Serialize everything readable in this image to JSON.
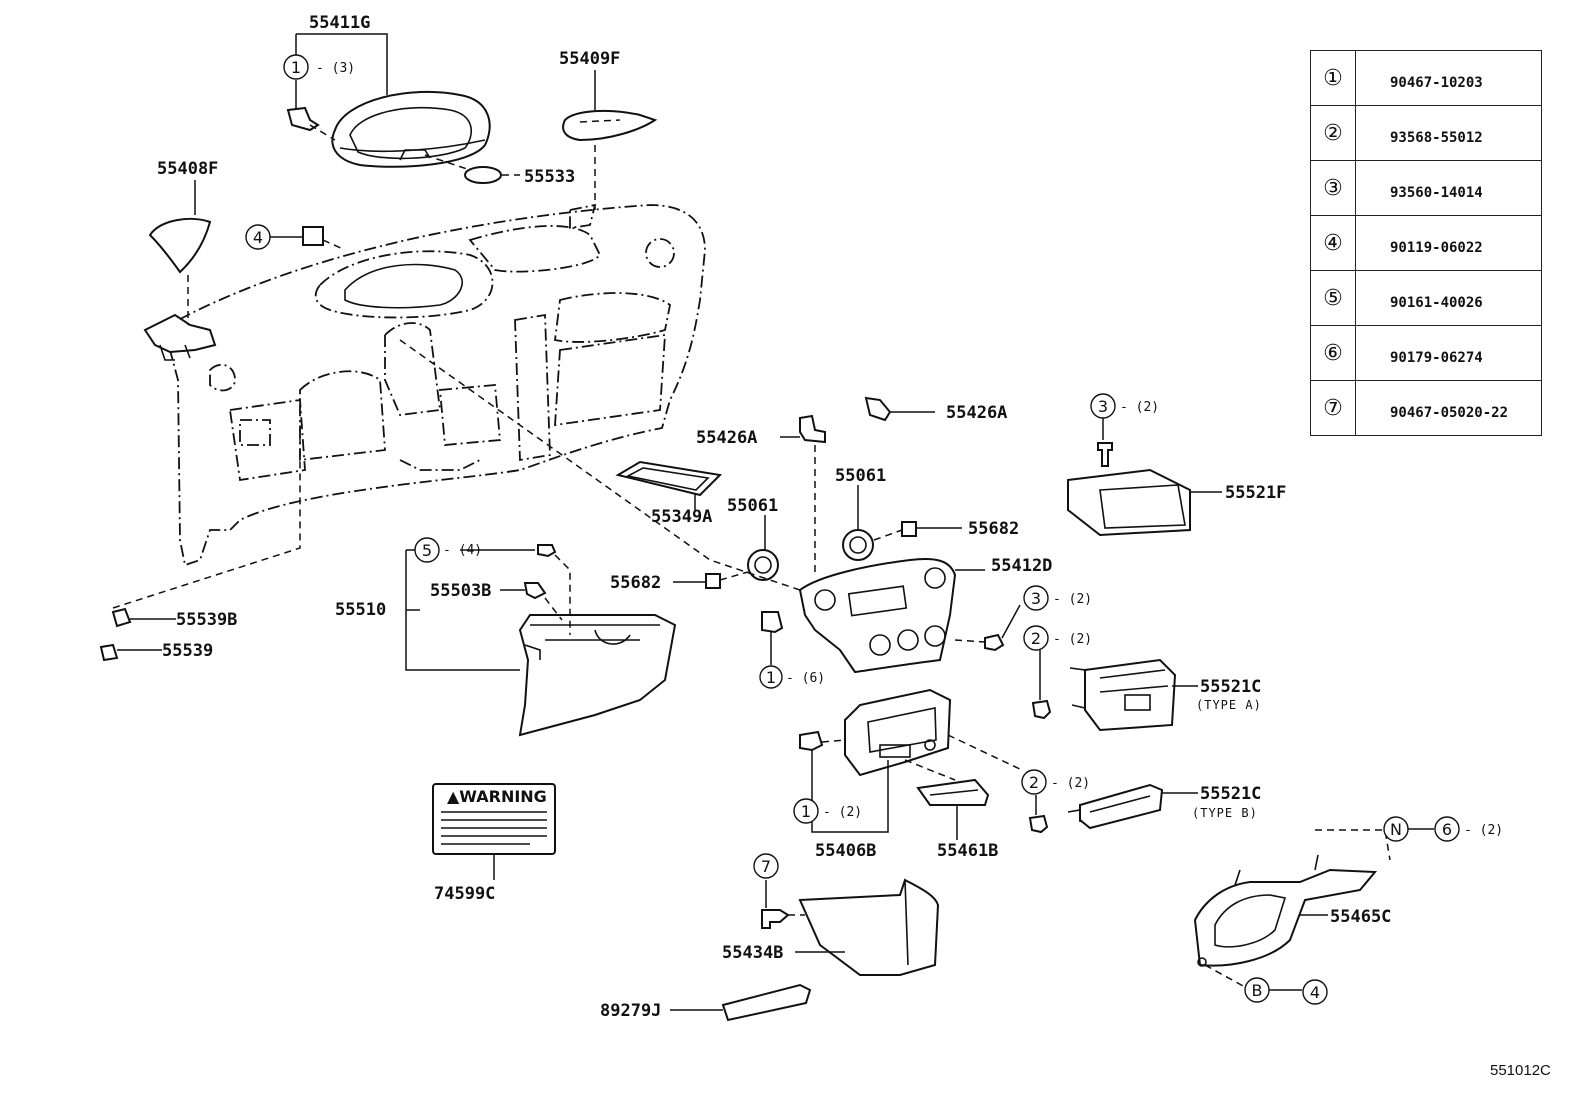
{
  "legend": [
    {
      "key": "①",
      "part": "90467-10203"
    },
    {
      "key": "②",
      "part": "93568-55012"
    },
    {
      "key": "③",
      "part": "93560-14014"
    },
    {
      "key": "④",
      "part": "90119-06022"
    },
    {
      "key": "⑤",
      "part": "90161-40026"
    },
    {
      "key": "⑥",
      "part": "90179-06274"
    },
    {
      "key": "⑦",
      "part": "90467-05020-22"
    }
  ],
  "labels": {
    "p55411G": "55411G",
    "p55409F": "55409F",
    "p55408F": "55408F",
    "p55533": "55533",
    "p55426A_top": "55426A",
    "p55426A_left": "55426A",
    "p55061_top": "55061",
    "p55061_left": "55061",
    "p55682_right": "55682",
    "p55682_left": "55682",
    "p55349A": "55349A",
    "p55412D": "55412D",
    "p55521F": "55521F",
    "p55510": "55510",
    "p55503B": "55503B",
    "p55539B": "55539B",
    "p55539": "55539",
    "p55521C_a": "55521C",
    "p55521C_a_type": "(TYPE  A)",
    "p55521C_b": "55521C",
    "p55521C_b_type": "(TYPE  B)",
    "p55406B": "55406B",
    "p55461B": "55461B",
    "p74599C": "74599C",
    "p55434B": "55434B",
    "p89279J": "89279J",
    "p55465C": "55465C"
  },
  "callouts": {
    "c1_top": {
      "num": "1",
      "qty": "- (3)"
    },
    "c4_left": {
      "num": "4"
    },
    "c5": {
      "num": "5",
      "qty": "- (4)"
    },
    "c1_mid": {
      "num": "1",
      "qty": "- (6)"
    },
    "c3_top": {
      "num": "3",
      "qty": "- (2)"
    },
    "c3_mid": {
      "num": "3",
      "qty": "- (2)"
    },
    "c2_a": {
      "num": "2",
      "qty": "- (2)"
    },
    "c2_b": {
      "num": "2",
      "qty": "- (2)"
    },
    "c1_bot": {
      "num": "1",
      "qty": "- (2)"
    },
    "c7": {
      "num": "7"
    },
    "cN": {
      "num": "N"
    },
    "c6": {
      "num": "6",
      "qty": "- (2)"
    },
    "cB": {
      "num": "B"
    },
    "c4_bot": {
      "num": "4"
    }
  },
  "warning": {
    "title": "▲WARNING"
  },
  "diagram_code": "551012C"
}
